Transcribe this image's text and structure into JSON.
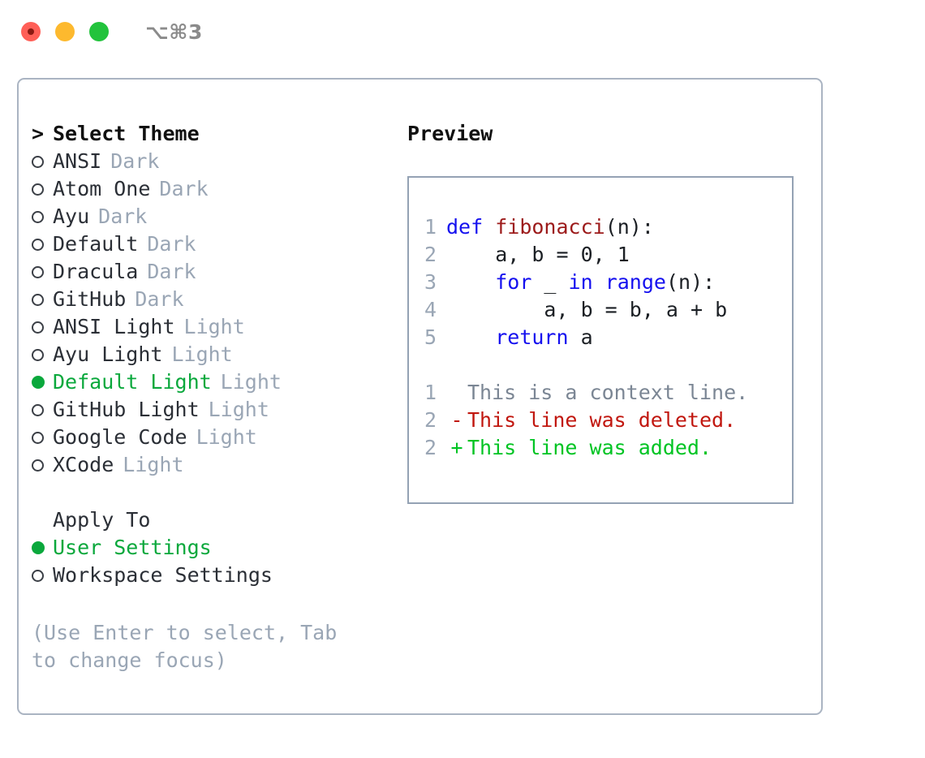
{
  "titlebar": {
    "shortcut": "⌥⌘3",
    "lights": [
      {
        "name": "close",
        "color": "#ff5f57"
      },
      {
        "name": "minimize",
        "color": "#fdb92e"
      },
      {
        "name": "zoom",
        "color": "#22c33c"
      }
    ]
  },
  "theme_picker": {
    "heading": "Select Theme",
    "caret": ">",
    "selected_color": "#0aa83c",
    "items": [
      {
        "label": "ANSI",
        "tag": "Dark",
        "selected": false
      },
      {
        "label": "Atom One",
        "tag": "Dark",
        "selected": false
      },
      {
        "label": "Ayu",
        "tag": "Dark",
        "selected": false
      },
      {
        "label": "Default",
        "tag": "Dark",
        "selected": false
      },
      {
        "label": "Dracula",
        "tag": "Dark",
        "selected": false
      },
      {
        "label": "GitHub",
        "tag": "Dark",
        "selected": false
      },
      {
        "label": "ANSI Light",
        "tag": "Light",
        "selected": false
      },
      {
        "label": "Ayu Light",
        "tag": "Light",
        "selected": false
      },
      {
        "label": "Default Light",
        "tag": "Light",
        "selected": true
      },
      {
        "label": "GitHub Light",
        "tag": "Light",
        "selected": false
      },
      {
        "label": "Google Code",
        "tag": "Light",
        "selected": false
      },
      {
        "label": "XCode",
        "tag": "Light",
        "selected": false
      }
    ]
  },
  "apply_to": {
    "heading": "Apply To",
    "items": [
      {
        "label": "User Settings",
        "selected": true
      },
      {
        "label": "Workspace Settings",
        "selected": false
      }
    ]
  },
  "hint": "(Use Enter to select, Tab to change focus)",
  "preview": {
    "title": "Preview",
    "code": [
      {
        "num": "1",
        "spans": [
          {
            "t": "def ",
            "c": "kw"
          },
          {
            "t": "fibonacci",
            "c": "fn"
          },
          {
            "t": "(n):",
            "c": "pn"
          }
        ]
      },
      {
        "num": "2",
        "spans": [
          {
            "t": "    a, b = 0, 1",
            "c": "pn"
          }
        ]
      },
      {
        "num": "3",
        "spans": [
          {
            "t": "    ",
            "c": "pn"
          },
          {
            "t": "for",
            "c": "kw"
          },
          {
            "t": " _ ",
            "c": "pn"
          },
          {
            "t": "in",
            "c": "kw"
          },
          {
            "t": " ",
            "c": "pn"
          },
          {
            "t": "range",
            "c": "kw"
          },
          {
            "t": "(n):",
            "c": "pn"
          }
        ]
      },
      {
        "num": "4",
        "spans": [
          {
            "t": "        a, b = b, a + b",
            "c": "pn"
          }
        ]
      },
      {
        "num": "5",
        "spans": [
          {
            "t": "    ",
            "c": "pn"
          },
          {
            "t": "return",
            "c": "kw"
          },
          {
            "t": " a",
            "c": "pn"
          }
        ]
      }
    ],
    "diff": [
      {
        "num": "1",
        "sign": " ",
        "text": "This is a context line.",
        "kind": "context"
      },
      {
        "num": "2",
        "sign": "-",
        "text": "This line was deleted.",
        "kind": "deleted"
      },
      {
        "num": "2",
        "sign": "+",
        "text": "This line was added.",
        "kind": "added"
      }
    ]
  }
}
